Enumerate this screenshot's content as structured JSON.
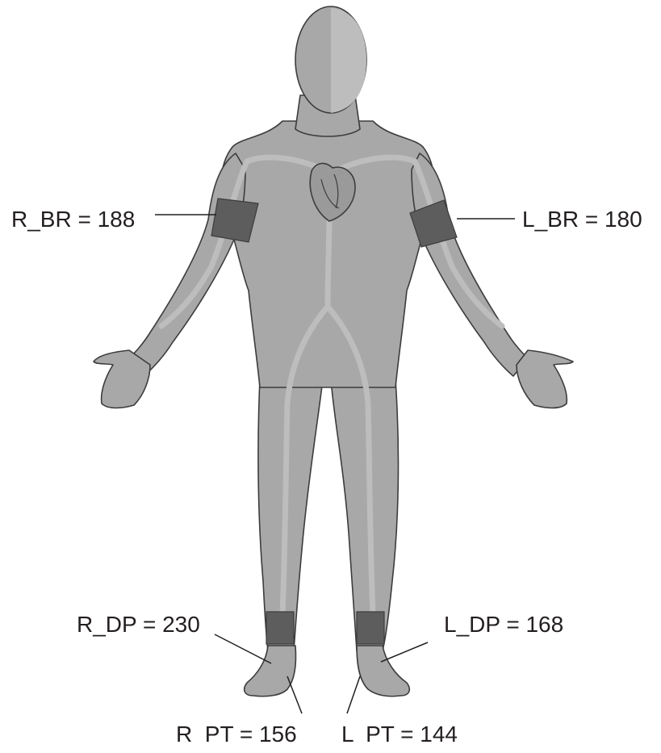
{
  "labels": {
    "r_br": "R_BR = 188",
    "l_br": "L_BR = 180",
    "r_dp": "R_DP = 230",
    "l_dp": "L_DP = 168",
    "r_pt": "R  PT = 156",
    "l_pt": "L  PT = 144"
  },
  "colors": {
    "body_fill": "#a8a8a8",
    "body_shade": "#bdbdbd",
    "outline": "#3c3c3c",
    "cuff": "#5d5d5d",
    "text": "#231f20"
  }
}
